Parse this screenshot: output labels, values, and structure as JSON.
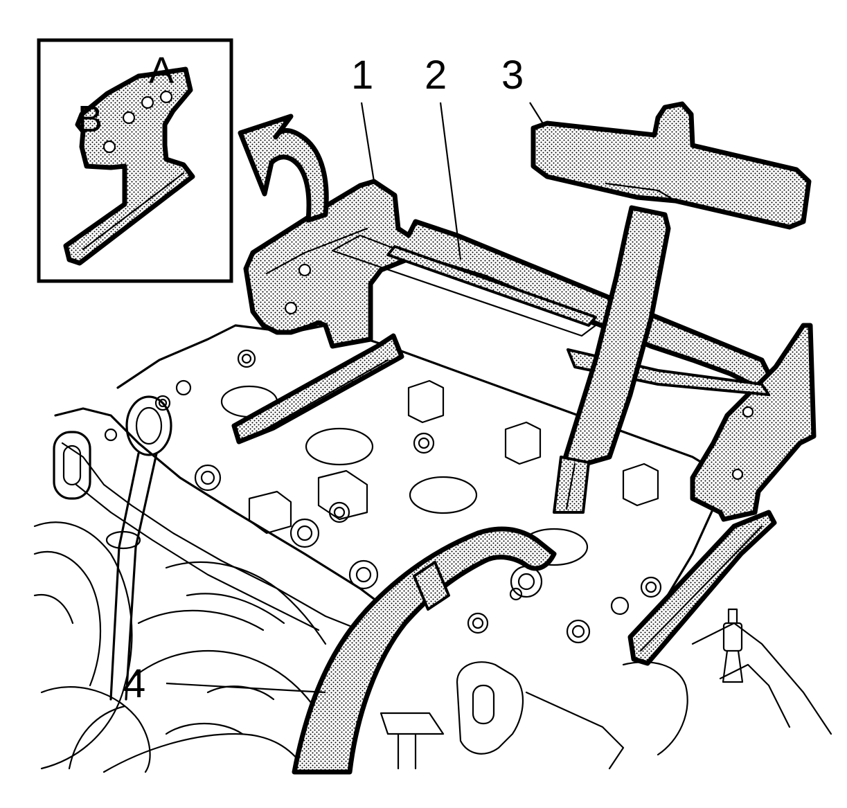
{
  "callouts": [
    {
      "id": "1",
      "label": "1"
    },
    {
      "id": "2",
      "label": "2"
    },
    {
      "id": "3",
      "label": "3"
    },
    {
      "id": "4",
      "label": "4"
    }
  ],
  "inset": {
    "label_a": "A",
    "label_b": "B"
  }
}
